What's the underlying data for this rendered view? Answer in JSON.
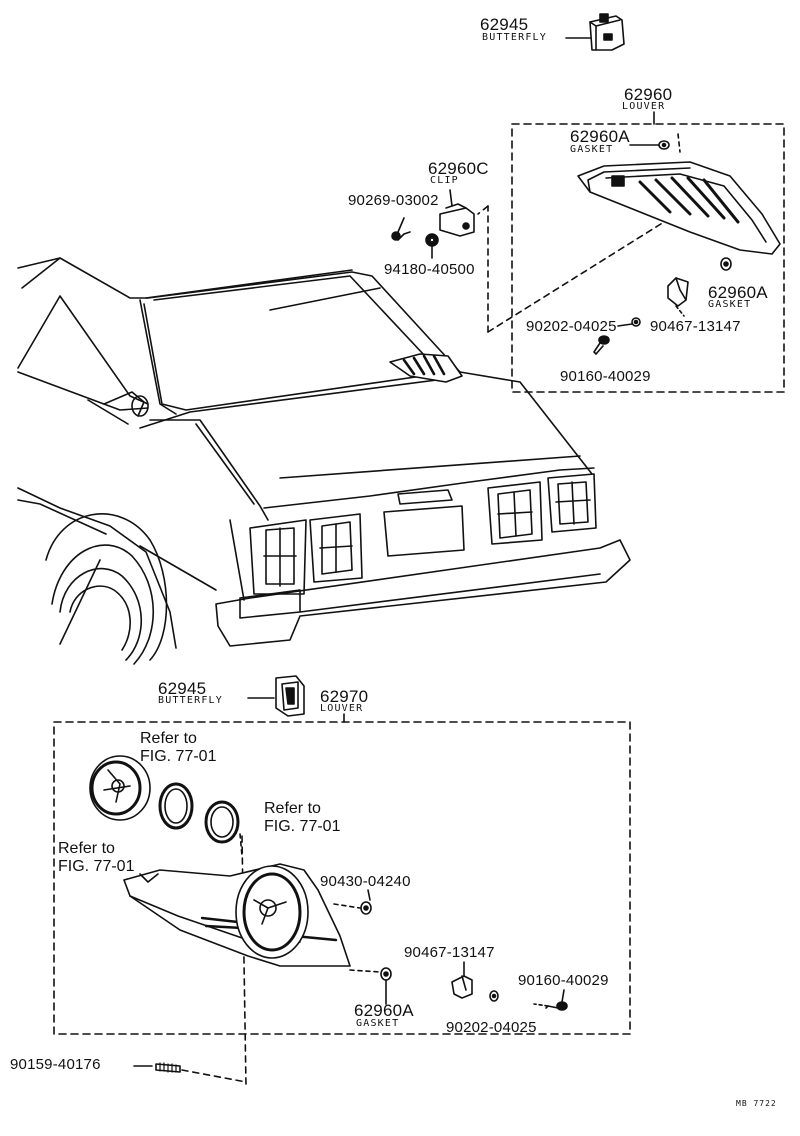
{
  "top_group": {
    "butterfly": {
      "part_no": "62945",
      "desc": "BUTTERFLY"
    },
    "louver": {
      "part_no": "62960",
      "desc": "LOUVER"
    },
    "gasket_a": {
      "part_no": "62960A",
      "desc": "GASKET"
    },
    "gasket_b": {
      "part_no": "62960A",
      "desc": "GASKET"
    },
    "clip": {
      "part_no": "62960C",
      "desc": "CLIP"
    },
    "screw_clip": {
      "part_no": "90269-03002"
    },
    "nut_clip": {
      "part_no": "94180-40500"
    },
    "washer": {
      "part_no": "90202-04025"
    },
    "grommet": {
      "part_no": "90467-13147"
    },
    "screw": {
      "part_no": "90160-40029"
    }
  },
  "bottom_group": {
    "butterfly": {
      "part_no": "62945",
      "desc": "BUTTERFLY"
    },
    "louver": {
      "part_no": "62970",
      "desc": "LOUVER"
    },
    "refer_1": "Refer to\nFIG. 77-01",
    "refer_2": "Refer to\nFIG. 77-01",
    "refer_3": "Refer to\nFIG. 77-01",
    "nut": {
      "part_no": "90430-04240"
    },
    "grommet": {
      "part_no": "90467-13147"
    },
    "screw": {
      "part_no": "90160-40029"
    },
    "gasket": {
      "part_no": "62960A",
      "desc": "GASKET"
    },
    "washer": {
      "part_no": "90202-04025"
    },
    "hose": {
      "part_no": "90159-40176"
    }
  },
  "footer": {
    "code": "MB 7722"
  }
}
